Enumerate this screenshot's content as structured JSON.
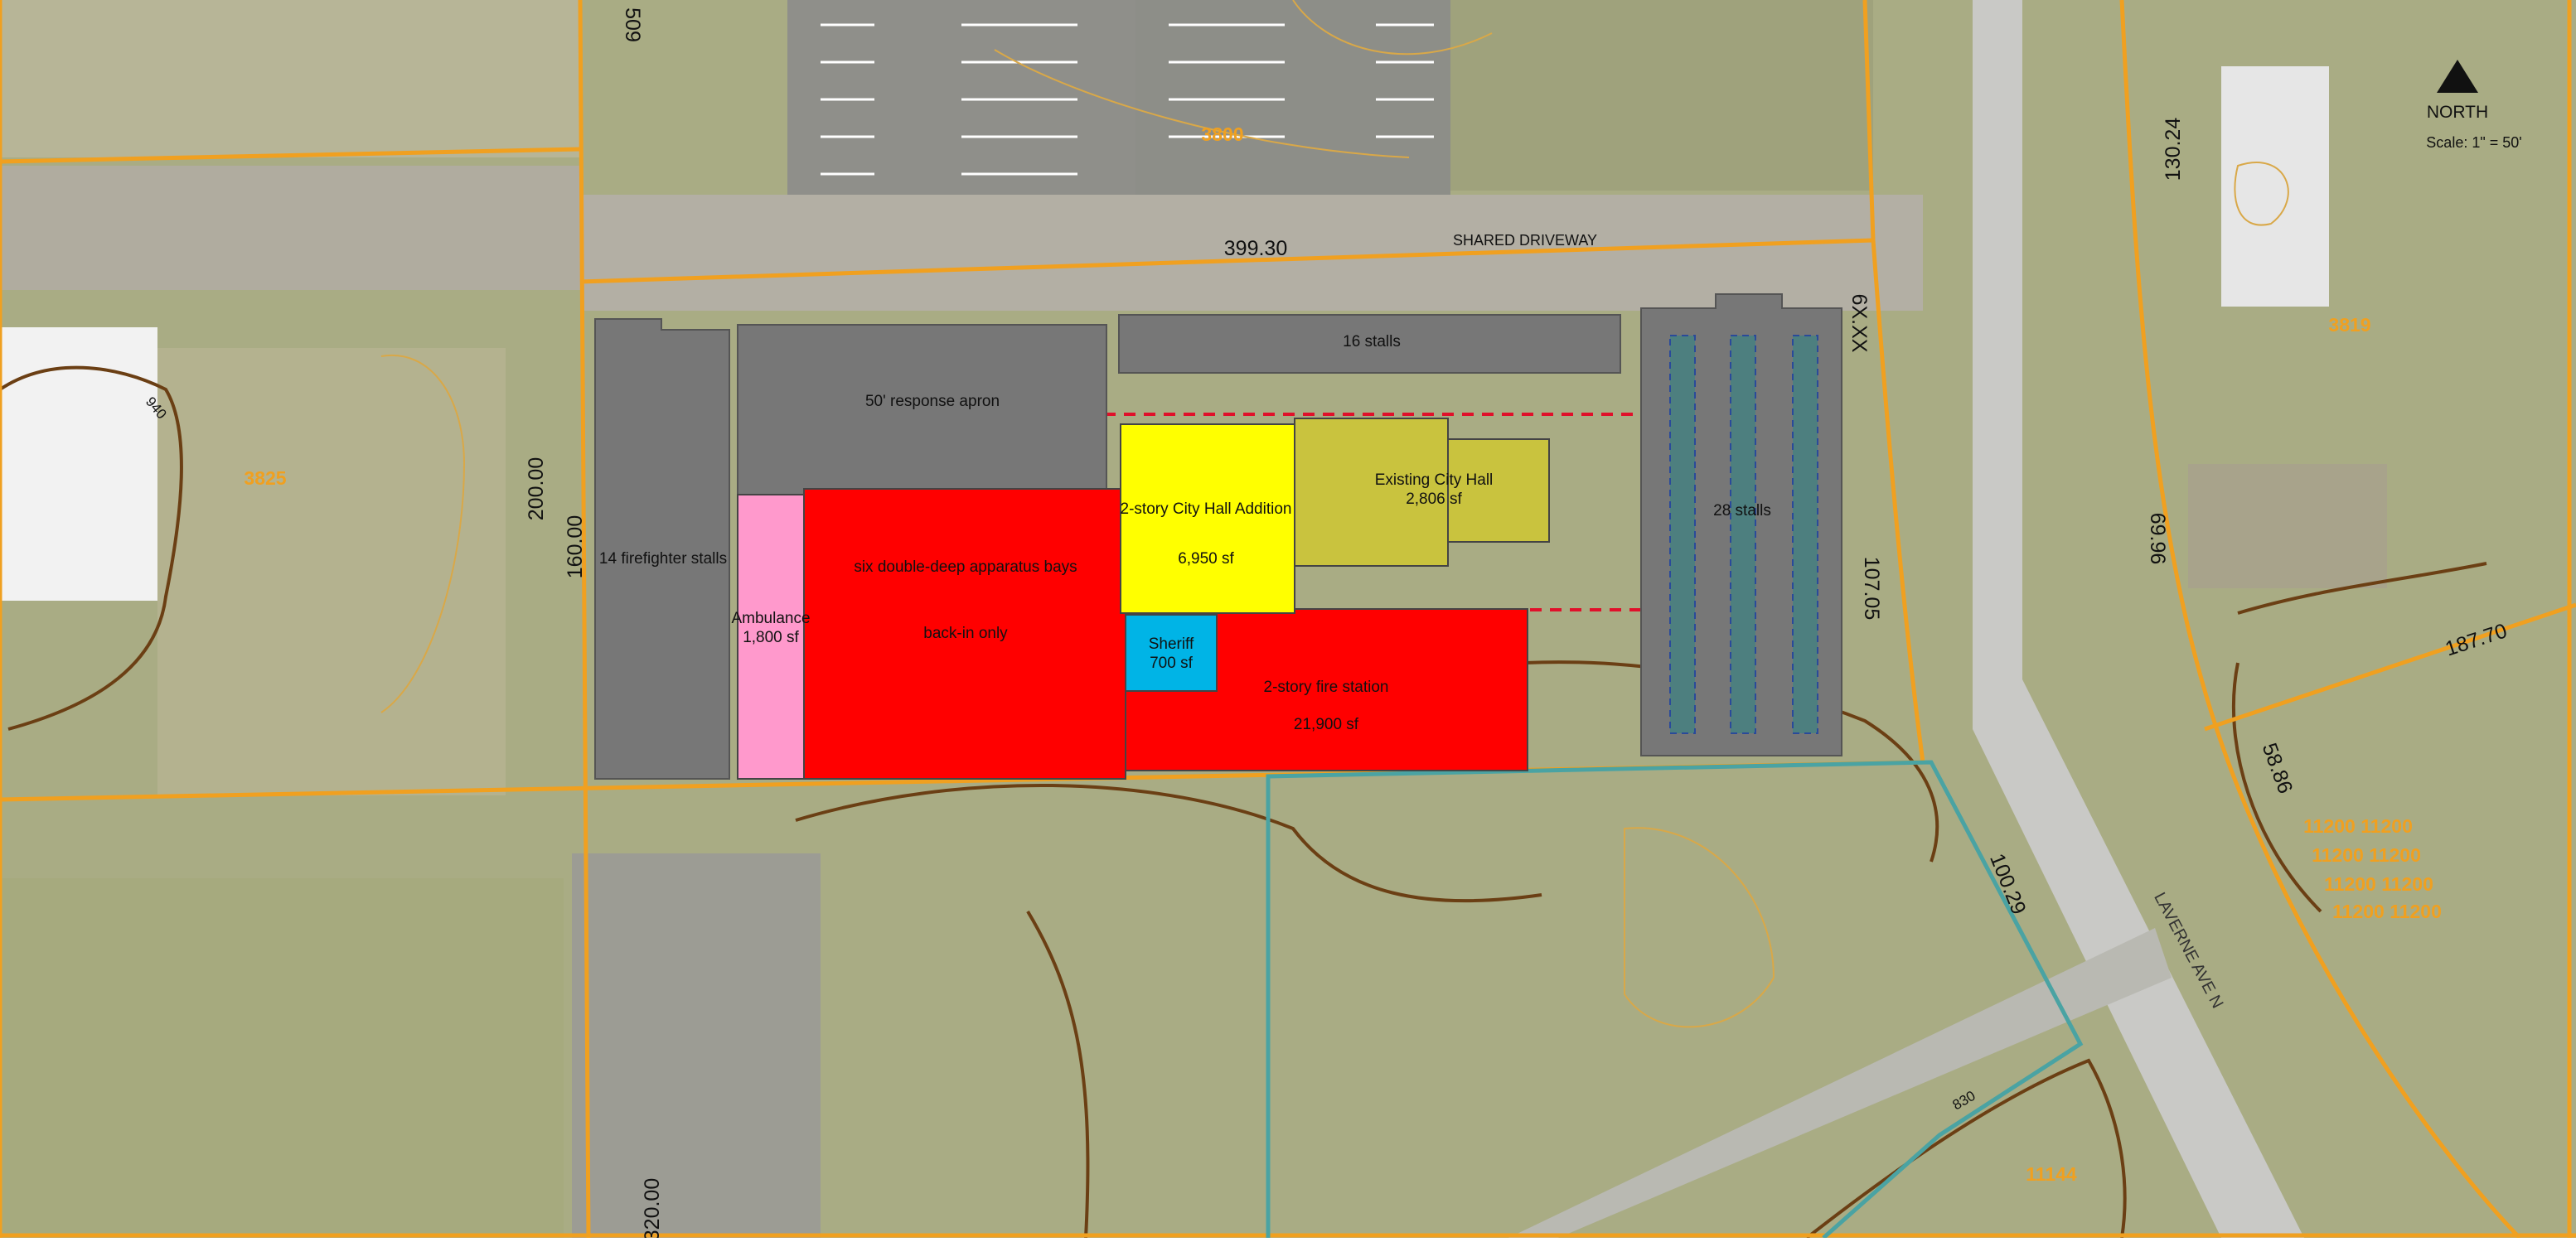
{
  "map": {
    "north_label": "NORTH",
    "scale_label": "Scale: 1\" = 50'",
    "road_label": "LAVERNE AVE N",
    "driveway_label": "SHARED DRIVEWAY",
    "buildings": {
      "apparatus": "six double-deep apparatus bays",
      "apparatus_note": "back-in only",
      "ambulance": "Ambulance",
      "ambulance_area": "1,800 sf",
      "city_hall_addition": "2-story City Hall Addition",
      "city_hall_addition_area": "6,950 sf",
      "existing_city_hall": "Existing City Hall",
      "existing_city_hall_area": "2,806 sf",
      "sheriff": "Sheriff",
      "sheriff_area": "700 sf",
      "fire_station": "2-story fire station",
      "fire_station_area": "21,900 sf"
    },
    "parking": {
      "firefighter": "14 firefighter stalls",
      "apron": "50' response apron",
      "north_lot": "16 stalls",
      "east_lot": "28 stalls"
    },
    "dimensions": {
      "d_39930": "399.30",
      "d_20000": "200.00",
      "d_16000": "160.00",
      "d_10705": "107.05",
      "d_10029": "100.29",
      "d_6xxx": "6X.XX",
      "d_13024": "130.24",
      "d_6996": "69.96",
      "d_18770": "187.70",
      "d_5886": "58.86",
      "d_32000": "320.00",
      "d_509": "509"
    },
    "contours": {
      "c940": "940",
      "c830": "830"
    },
    "parcels": {
      "p3825": "3825",
      "p3800": "3800",
      "p3819": "3819",
      "p11144": "11144",
      "p11200_row1": "11200 11200",
      "p11200_row2": "11200 11200",
      "p11200_row3": "11200 11200",
      "p11200_row4": "11200 11200"
    },
    "colors": {
      "property_line": "#f0a020",
      "apparatus": "#ff0000",
      "ambulance": "#ff99cc",
      "addition": "#ffff00",
      "existing": "#c9c33e",
      "sheriff": "#00b4e6",
      "parking": "#777777",
      "easement": "#4aa3a3",
      "contour": "#6b3f14"
    }
  }
}
